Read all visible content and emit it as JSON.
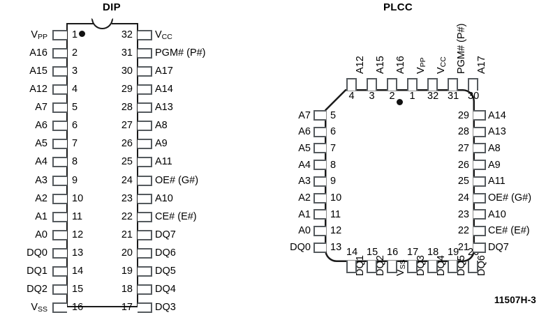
{
  "figure": {
    "id_label": "11507H-3"
  },
  "packages": [
    {
      "name": "dip",
      "title": "DIP",
      "pin_count": 32,
      "marker": "pin1-dot",
      "left_pins": [
        {
          "num": "1",
          "signal": "V",
          "sub": "PP"
        },
        {
          "num": "2",
          "signal": "A16",
          "sub": ""
        },
        {
          "num": "3",
          "signal": "A15",
          "sub": ""
        },
        {
          "num": "4",
          "signal": "A12",
          "sub": ""
        },
        {
          "num": "5",
          "signal": "A7",
          "sub": ""
        },
        {
          "num": "6",
          "signal": "A6",
          "sub": ""
        },
        {
          "num": "7",
          "signal": "A5",
          "sub": ""
        },
        {
          "num": "8",
          "signal": "A4",
          "sub": ""
        },
        {
          "num": "9",
          "signal": "A3",
          "sub": ""
        },
        {
          "num": "10",
          "signal": "A2",
          "sub": ""
        },
        {
          "num": "11",
          "signal": "A1",
          "sub": ""
        },
        {
          "num": "12",
          "signal": "A0",
          "sub": ""
        },
        {
          "num": "13",
          "signal": "DQ0",
          "sub": ""
        },
        {
          "num": "14",
          "signal": "DQ1",
          "sub": ""
        },
        {
          "num": "15",
          "signal": "DQ2",
          "sub": ""
        },
        {
          "num": "16",
          "signal": "V",
          "sub": "SS"
        }
      ],
      "right_pins": [
        {
          "num": "32",
          "signal": "V",
          "sub": "CC"
        },
        {
          "num": "31",
          "signal": "PGM# (P#)",
          "sub": ""
        },
        {
          "num": "30",
          "signal": "A17",
          "sub": ""
        },
        {
          "num": "29",
          "signal": "A14",
          "sub": ""
        },
        {
          "num": "28",
          "signal": "A13",
          "sub": ""
        },
        {
          "num": "27",
          "signal": "A8",
          "sub": ""
        },
        {
          "num": "26",
          "signal": "A9",
          "sub": ""
        },
        {
          "num": "25",
          "signal": "A11",
          "sub": ""
        },
        {
          "num": "24",
          "signal": "OE# (G#)",
          "sub": ""
        },
        {
          "num": "23",
          "signal": "A10",
          "sub": ""
        },
        {
          "num": "22",
          "signal": "CE# (E#)",
          "sub": ""
        },
        {
          "num": "21",
          "signal": "DQ7",
          "sub": ""
        },
        {
          "num": "20",
          "signal": "DQ6",
          "sub": ""
        },
        {
          "num": "19",
          "signal": "DQ5",
          "sub": ""
        },
        {
          "num": "18",
          "signal": "DQ4",
          "sub": ""
        },
        {
          "num": "17",
          "signal": "DQ3",
          "sub": ""
        }
      ]
    },
    {
      "name": "plcc",
      "title": "PLCC",
      "pin_count": 32,
      "marker": "pin1-dot",
      "top_pins": [
        {
          "num": "4",
          "signal": "A12",
          "sub": ""
        },
        {
          "num": "3",
          "signal": "A15",
          "sub": ""
        },
        {
          "num": "2",
          "signal": "A16",
          "sub": ""
        },
        {
          "num": "1",
          "signal": "V",
          "sub": "PP"
        },
        {
          "num": "32",
          "signal": "V",
          "sub": "CC"
        },
        {
          "num": "31",
          "signal": "PGM# (P#)",
          "sub": ""
        },
        {
          "num": "30",
          "signal": "A17",
          "sub": ""
        }
      ],
      "left_pins": [
        {
          "num": "5",
          "signal": "A7",
          "sub": ""
        },
        {
          "num": "6",
          "signal": "A6",
          "sub": ""
        },
        {
          "num": "7",
          "signal": "A5",
          "sub": ""
        },
        {
          "num": "8",
          "signal": "A4",
          "sub": ""
        },
        {
          "num": "9",
          "signal": "A3",
          "sub": ""
        },
        {
          "num": "10",
          "signal": "A2",
          "sub": ""
        },
        {
          "num": "11",
          "signal": "A1",
          "sub": ""
        },
        {
          "num": "12",
          "signal": "A0",
          "sub": ""
        },
        {
          "num": "13",
          "signal": "DQ0",
          "sub": ""
        }
      ],
      "bottom_pins": [
        {
          "num": "14",
          "signal": "DQ1",
          "sub": ""
        },
        {
          "num": "15",
          "signal": "DQ2",
          "sub": ""
        },
        {
          "num": "16",
          "signal": "V",
          "sub": "SS"
        },
        {
          "num": "17",
          "signal": "DQ3",
          "sub": ""
        },
        {
          "num": "18",
          "signal": "DQ4",
          "sub": ""
        },
        {
          "num": "19",
          "signal": "DQ5",
          "sub": ""
        },
        {
          "num": "20",
          "signal": "DQ6",
          "sub": ""
        }
      ],
      "right_pins": [
        {
          "num": "29",
          "signal": "A14",
          "sub": ""
        },
        {
          "num": "28",
          "signal": "A13",
          "sub": ""
        },
        {
          "num": "27",
          "signal": "A8",
          "sub": ""
        },
        {
          "num": "26",
          "signal": "A9",
          "sub": ""
        },
        {
          "num": "25",
          "signal": "A11",
          "sub": ""
        },
        {
          "num": "24",
          "signal": "OE# (G#)",
          "sub": ""
        },
        {
          "num": "23",
          "signal": "A10",
          "sub": ""
        },
        {
          "num": "22",
          "signal": "CE# (E#)",
          "sub": ""
        },
        {
          "num": "21",
          "signal": "DQ7",
          "sub": ""
        }
      ]
    }
  ],
  "colors": {
    "ink": "#1a1a1a",
    "pin_stroke": "#555a5e",
    "background": "#ffffff"
  }
}
